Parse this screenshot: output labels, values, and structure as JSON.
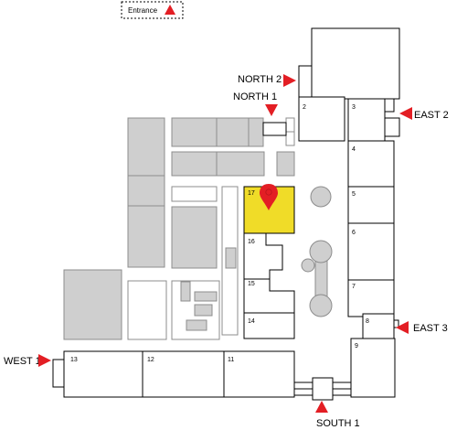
{
  "legend": {
    "label": "Entrance"
  },
  "entrances": {
    "north2": "NORTH 2",
    "north1": "NORTH 1",
    "east2": "EAST 2",
    "east3": "EAST 3",
    "west1": "WEST 1",
    "south1": "SOUTH 1"
  },
  "units": {
    "u2": "2",
    "u3": "3",
    "u4": "4",
    "u5": "5",
    "u6": "6",
    "u7": "7",
    "u8": "8",
    "u9": "9",
    "u11": "11",
    "u12": "12",
    "u13": "13",
    "u14": "14",
    "u15": "15",
    "u16": "16",
    "u17": "17"
  },
  "colors": {
    "entrance_marker": "#e31e24",
    "highlight": "#f0dc28",
    "location_pin": "#e31e24",
    "building_gray": "#cfcfcf"
  },
  "highlighted_unit": "17",
  "icons": {
    "location": "map-pin-icon",
    "entrance": "triangle-marker-icon"
  }
}
